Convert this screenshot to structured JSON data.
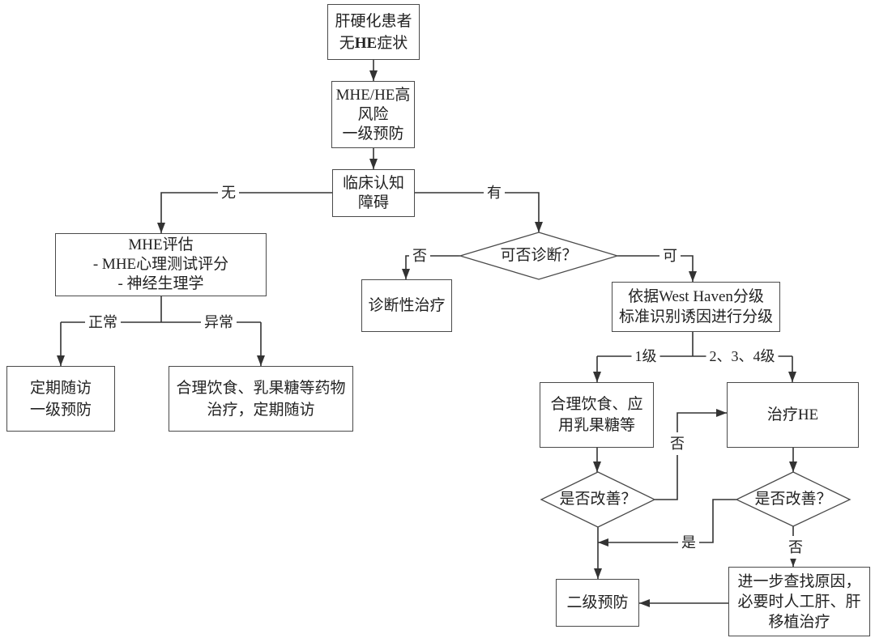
{
  "nodes": {
    "cirrhosis": {
      "line1": "肝硬化患者",
      "line2": {
        "pre": "无",
        "bold": "HE",
        "post": "症状"
      }
    },
    "risk": {
      "lines": [
        "MHE/HE高",
        "风险",
        "一级预防"
      ]
    },
    "cognition": {
      "lines": [
        "临床认知",
        "障碍"
      ]
    },
    "mhe_eval": {
      "lines": [
        "MHE评估",
        "- MHE心理测试评分",
        "- 神经生理学"
      ]
    },
    "can_diagnose": {
      "text": "可否诊断？"
    },
    "diagnostic_treatment": {
      "text": "诊断性治疗"
    },
    "west_haven": {
      "lines": [
        "依据West Haven分级",
        "标准识别诱因进行分级"
      ]
    },
    "follow_up": {
      "lines": [
        "定期随访",
        "一级预防"
      ]
    },
    "diet_drug": {
      "lines": [
        "合理饮食、乳果糖等药物",
        "治疗，定期随访"
      ]
    },
    "diet_lactulose": {
      "lines": [
        "合理饮食、应",
        "用乳果糖等"
      ]
    },
    "treat_he": {
      "text": "治疗HE"
    },
    "improved_left": {
      "text": "是否改善？"
    },
    "improved_right": {
      "text": "是否改善？"
    },
    "secondary": {
      "text": "二级预防"
    },
    "further": {
      "lines": [
        "进一步查找原因，",
        "必要时人工肝、肝",
        "移植治疗"
      ]
    }
  },
  "edge_labels": {
    "no_impairment": "无",
    "has_impairment": "有",
    "cannot_diagnose": "否",
    "can_diagnose": "可",
    "normal": "正常",
    "abnormal": "异常",
    "grade1": "1级",
    "grade234": "2、3、4级",
    "left_not_improved": "否",
    "right_improved": "是",
    "right_not_improved": "否"
  }
}
